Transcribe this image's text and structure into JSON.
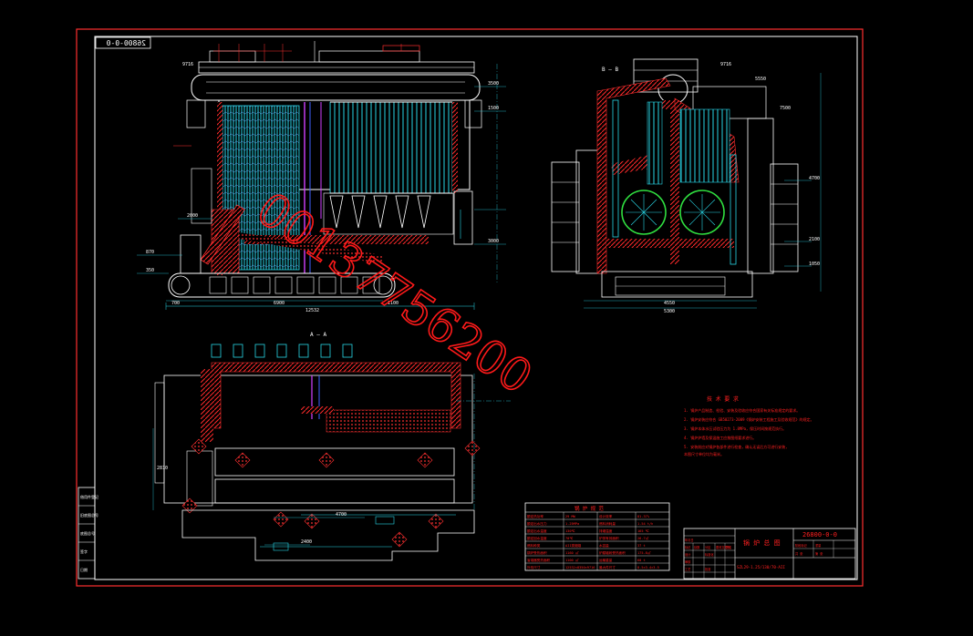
{
  "drawing": {
    "number": "26800-0-0",
    "number_mirrored": "26800-0-0",
    "title": "锅 炉 总 图",
    "model": "SZL29-1.25/130/70-AII"
  },
  "watermark": "00137756200",
  "section_labels": {
    "bb": "B — B",
    "aa": "A — A"
  },
  "dimensions": {
    "front": {
      "bottom_total": "12532",
      "bottom_left": "700",
      "bottom_mid": "6900",
      "bottom_right": "1100",
      "left_1": "350",
      "left_2": "870",
      "left_3": "2000",
      "right_1": "3500",
      "right_2": "1500",
      "right_3": "3000",
      "top": "9716"
    },
    "side": {
      "bottom_1": "4550",
      "bottom_2": "5300",
      "right_1": "4700",
      "right_2": "2100",
      "right_3": "1050",
      "top_1": "9716",
      "top_2": "5550",
      "top_3": "7500"
    },
    "plan": {
      "left": "2810",
      "bottom_1": "4700",
      "bottom_2": "2400"
    }
  },
  "notes": {
    "heading": "技 术 要 求",
    "items": [
      "1. 锅炉产品制造、检验、安装及验收应符合国家有关标准规定的要求。",
      "2. 锅炉安装应符合 GB50273-2009《锅炉安装工程施工及验收规范》的规定。",
      "3. 锅炉本体水压试验压力为 1.8MPa，保压时间按规范执行。",
      "4. 锅炉炉墙及保温施工应按图纸要求进行。",
      "5. 安装前应对锅炉各部件进行检查，确认无误后方可进行安装，",
      "   本图尺寸单位均为毫米。"
    ]
  },
  "spec_table": {
    "header": "锅 炉 规 范",
    "rows": [
      [
        "额定热功率",
        "29 MW",
        "设计效率",
        "81.37%"
      ],
      [
        "额定出水压力",
        "1.25MPa",
        "燃料消耗量",
        "1.54 t/h"
      ],
      [
        "额定出水温度",
        "130℃",
        "排烟温度",
        "165 ℃"
      ],
      [
        "额定回水温度",
        "70℃",
        "炉排有效面积",
        "26.7㎡"
      ],
      [
        "燃料种类",
        "AII类烟煤",
        "水容量",
        "37 t"
      ],
      [
        "锅炉受热面积",
        "1160 ㎡",
        "炉膛辐射受热面积",
        "175.8㎡"
      ],
      [
        "省煤器受热面积",
        "1100 ㎡",
        "运输重量",
        "60 t"
      ],
      [
        "外形尺寸",
        "12532×8350×9716",
        "最大件尺寸",
        "8.5×3.4×3.5"
      ]
    ]
  },
  "title_block": {
    "rows": [
      [
        "标记",
        "处数",
        "分区",
        "更改文件号",
        "签名",
        "年月日"
      ],
      [
        "设计",
        "",
        "标准化",
        "",
        "阶段标记",
        "重量"
      ],
      [
        "审核",
        "",
        "",
        "",
        "",
        ""
      ],
      [
        "工艺",
        "",
        "批准",
        "",
        "共 张",
        "第 张"
      ]
    ]
  },
  "side_revision_box": {
    "rows": [
      "借用件登记",
      "旧底图总号",
      "底图总号",
      "签字",
      "日期"
    ]
  }
}
